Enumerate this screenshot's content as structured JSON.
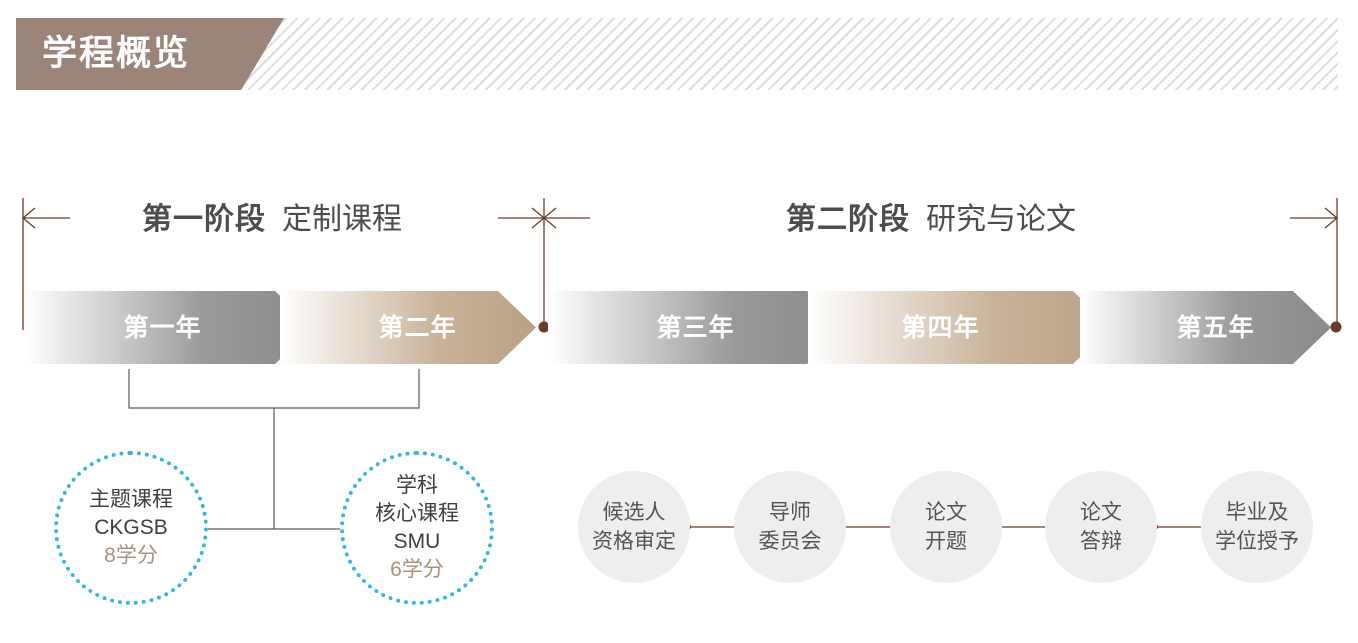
{
  "header": {
    "title": "学程概览"
  },
  "phases": [
    {
      "strong": "第一阶段",
      "light": "定制课程"
    },
    {
      "strong": "第二阶段",
      "light": "研究与论文"
    }
  ],
  "years": [
    "第一年",
    "第二年",
    "第三年",
    "第四年",
    "第五年"
  ],
  "courses": [
    {
      "lines": [
        "主题课程",
        "CKGSB"
      ],
      "credits": "8学分"
    },
    {
      "lines": [
        "学科",
        "核心课程",
        "SMU"
      ],
      "credits": "6学分"
    }
  ],
  "steps": [
    {
      "lines": [
        "候选人",
        "资格审定"
      ]
    },
    {
      "lines": [
        "导师",
        "委员会"
      ]
    },
    {
      "lines": [
        "论文",
        "开题"
      ]
    },
    {
      "lines": [
        "论文",
        "答辩"
      ]
    },
    {
      "lines": [
        "毕业及",
        "学位授予"
      ]
    }
  ],
  "colors": {
    "accent_brown": "#6b3b2a",
    "title_block": "#9a8578",
    "circle_dot": "#33b6e0",
    "credit_text": "#a8927c"
  }
}
